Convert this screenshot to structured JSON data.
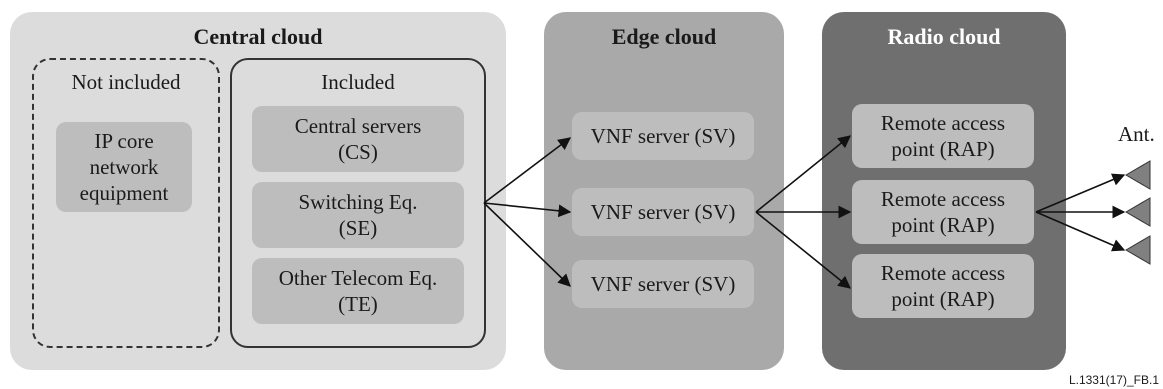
{
  "central": {
    "title": "Central cloud",
    "not_included": {
      "title": "Not included",
      "box": "IP core\nnetwork\nequipment"
    },
    "included": {
      "title": "Included",
      "boxes": [
        "Central servers\n(CS)",
        "Switching Eq.\n(SE)",
        "Other Telecom Eq.\n(TE)"
      ]
    }
  },
  "edge": {
    "title": "Edge cloud",
    "servers": [
      "VNF server (SV)",
      "VNF server (SV)",
      "VNF server (SV)"
    ]
  },
  "radio": {
    "title": "Radio cloud",
    "raps": [
      "Remote access\npoint (RAP)",
      "Remote access\npoint (RAP)",
      "Remote access\npoint (RAP)"
    ]
  },
  "antenna_label": "Ant.",
  "figure_label": "L.1331(17)_FB.1",
  "colors": {
    "central_bg": "#dcdcdc",
    "edge_bg": "#a9a9a9",
    "radio_bg": "#6f6f6f",
    "box_bg": "#bdbdbd",
    "antenna": "#808080"
  }
}
